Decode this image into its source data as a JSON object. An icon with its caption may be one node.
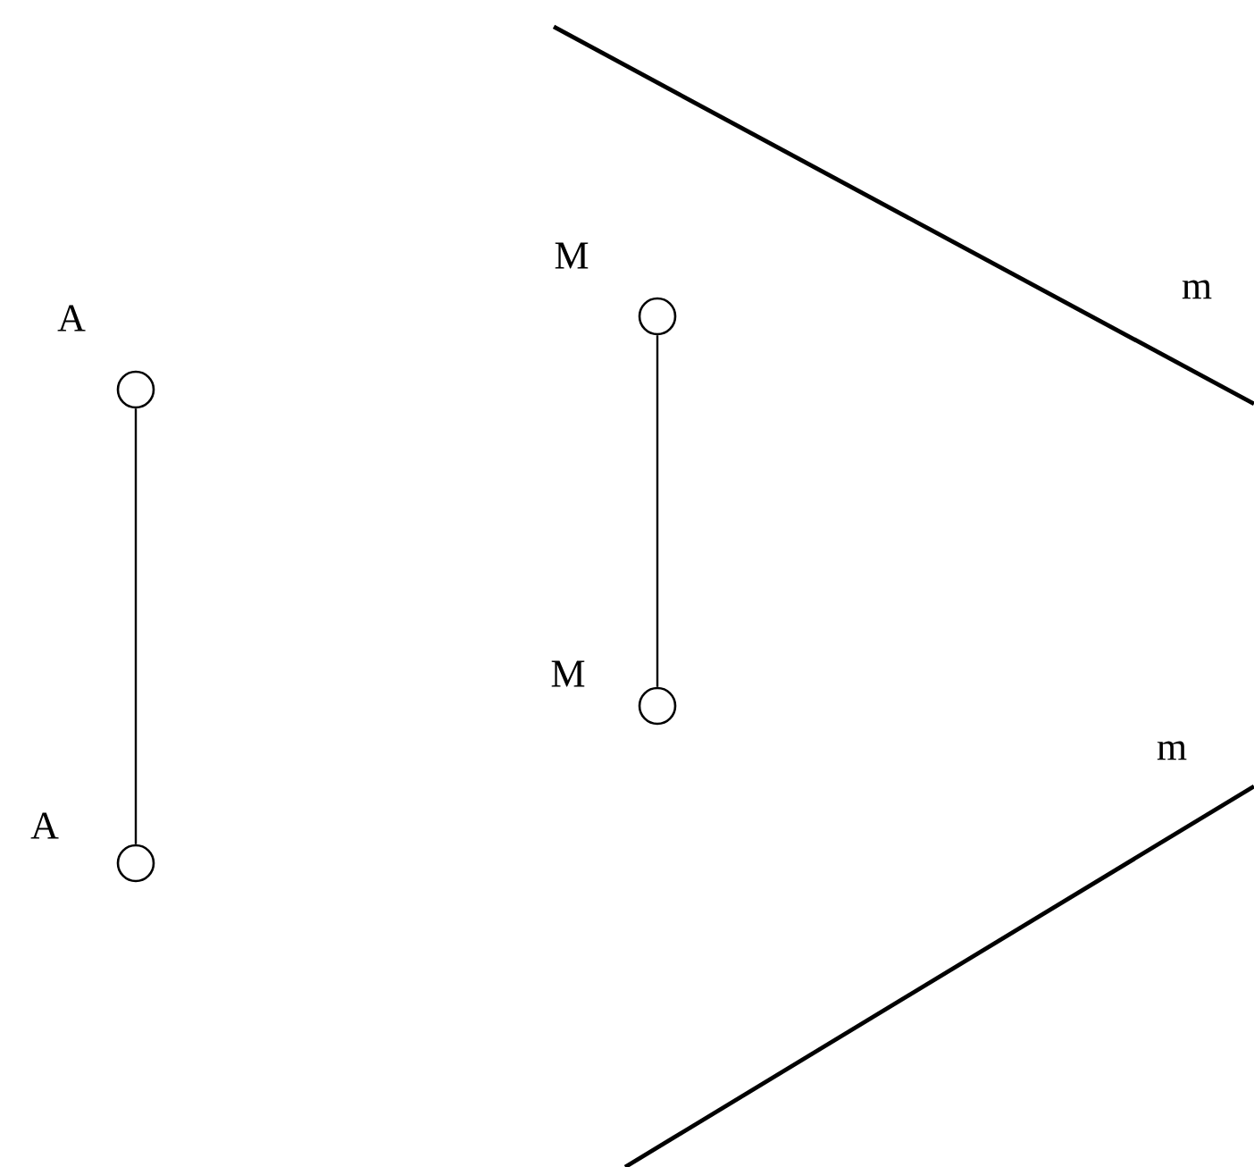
{
  "diagram": {
    "nodes": [
      {
        "text": [],
        "shape": "circle",
        "beside": [
          "A"
        ]
      },
      {
        "text": [],
        "shape": "circle",
        "beside": [
          "A"
        ]
      },
      {
        "text": [],
        "shape": "circle",
        "beside": [
          "M"
        ]
      },
      {
        "text": [],
        "shape": "circle",
        "beside": [
          "M"
        ]
      }
    ],
    "edges": [
      {
        "from": 0,
        "to": 1,
        "arrow": "none"
      },
      {
        "from": 2,
        "to": 3,
        "arrow": "none"
      }
    ],
    "labels": [
      "m",
      "m"
    ]
  }
}
